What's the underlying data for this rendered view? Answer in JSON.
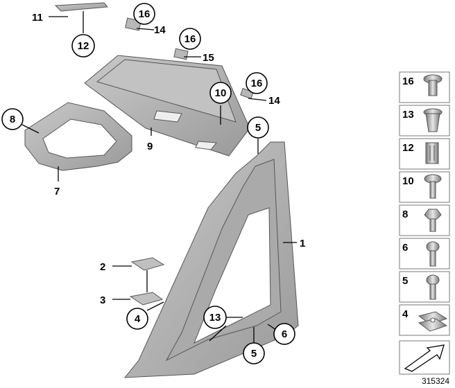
{
  "diagram": {
    "callouts": {
      "c1": "1",
      "c2": "2",
      "c3": "3",
      "c4": "4",
      "c5a": "5",
      "c5b": "5",
      "c6": "6",
      "c7": "7",
      "c8": "8",
      "c9": "9",
      "c10": "10",
      "c11": "11",
      "c12": "12",
      "c13": "13",
      "c14a": "14",
      "c14b": "14",
      "c15": "15",
      "c16a": "16",
      "c16b": "16",
      "c16c": "16"
    }
  },
  "legend": {
    "items": [
      "16",
      "13",
      "12",
      "10",
      "8",
      "6",
      "5",
      "4"
    ]
  },
  "footer": {
    "doc_number": "315324"
  },
  "colors": {
    "part_fill": "#b4b4b4",
    "part_dark": "#8f8f8f",
    "part_light": "#d2d2d2"
  }
}
